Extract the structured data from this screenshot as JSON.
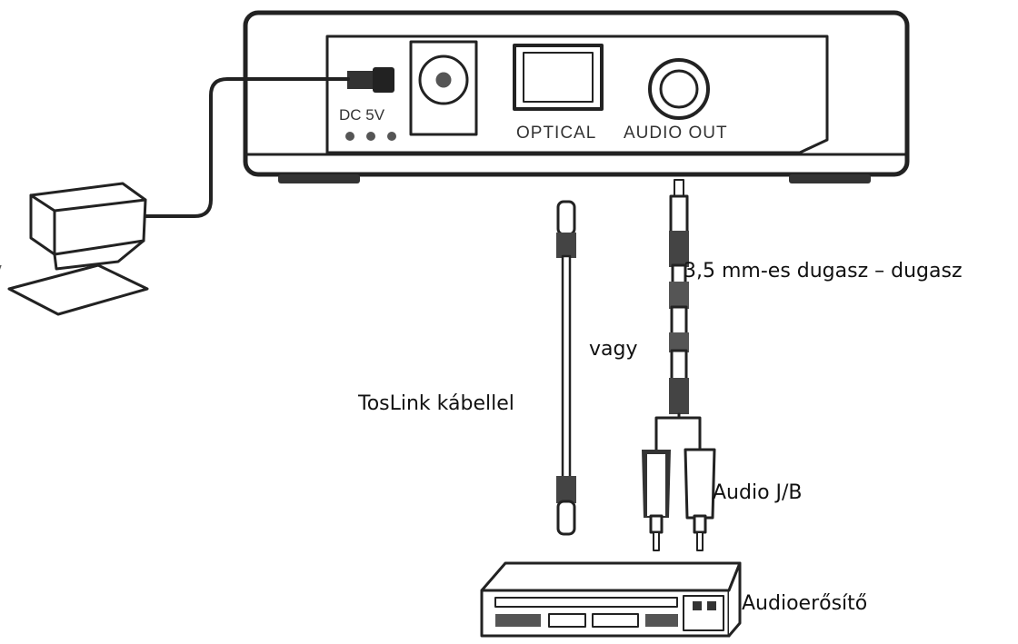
{
  "device_panel": {
    "dc_label": "DC 5V",
    "optical_label": "OPTICAL",
    "audio_out_label": "AUDIO OUT"
  },
  "labels": {
    "jack_cable": "3,5 mm-es dugasz – dugasz",
    "or": "vagy",
    "toslink": "TosLink kábellel",
    "rca": "Audio J/B",
    "amplifier": "Audioerősítő"
  },
  "colors": {
    "line": "#222222",
    "fill": "#ffffff",
    "text": "#111111"
  },
  "icons": [
    "power-adapter-icon",
    "optical-connector-icon",
    "rca-plug-icon",
    "amplifier-icon"
  ]
}
